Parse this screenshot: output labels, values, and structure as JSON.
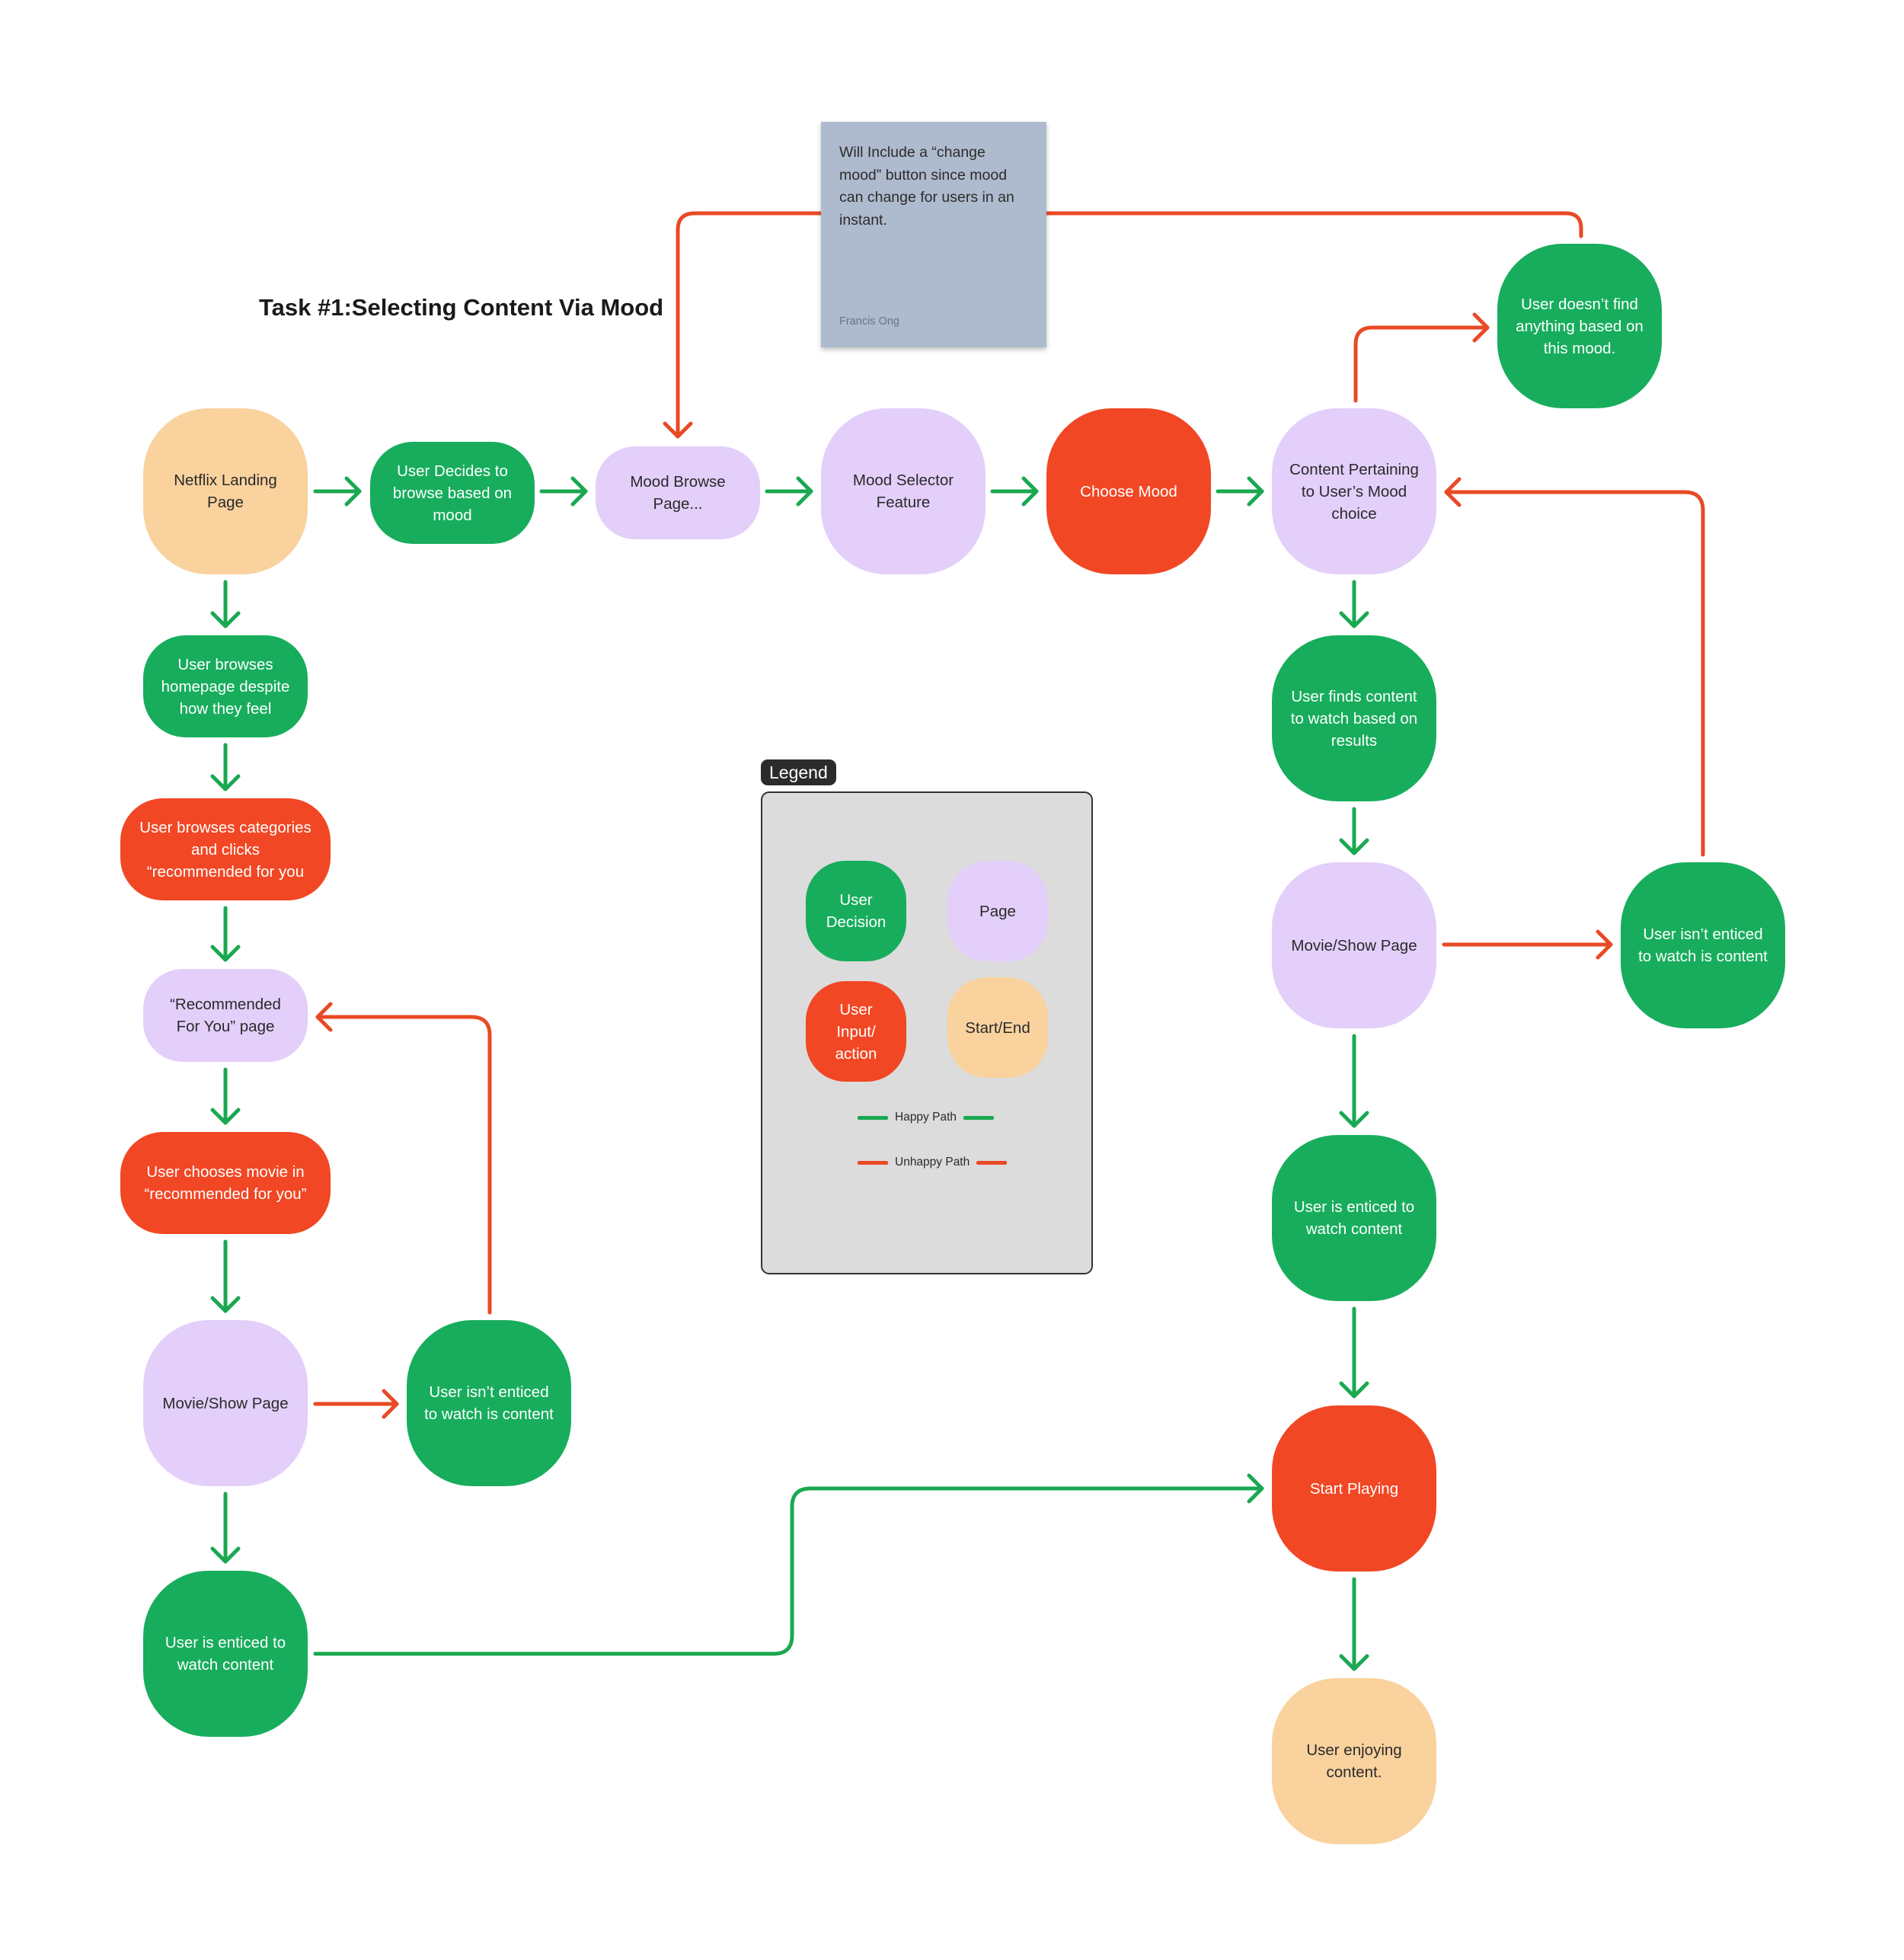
{
  "title": "Task #1:Selecting Content Via Mood",
  "colors": {
    "page": "#e3cffa",
    "start_end": "#f9d29e",
    "user_decision": "#17ad5c",
    "user_action": "#f14724",
    "happy_path": "#1aa851",
    "unhappy_path": "#e84a26",
    "sticky_note": "#aebacd"
  },
  "sticky_note": {
    "text": "Will Include a “change mood” button since mood can change for users in an instant.",
    "author": "Francis Ong"
  },
  "nodes": {
    "netflix_landing": "Netflix Landing\nPage",
    "user_decides_browse_mood": "User Decides to\nbrowse based on\nmood",
    "mood_browse_page": "Mood Browse\nPage...",
    "mood_selector": "Mood Selector\nFeature",
    "choose_mood": "Choose Mood",
    "content_pertaining": "Content Pertaining\nto User’s Mood\nchoice",
    "user_doesnt_find": "User doesn’t find\nanything based on\nthis  mood.",
    "user_browses_homepage": "User browses\nhomepage despite\nhow they feel",
    "user_browses_categories": "User browses categories\nand clicks\n“recommended for you",
    "recommended_page": "“Recommended\nFor You” page",
    "user_chooses_movie": "User chooses movie in\n“recommended for you”",
    "movie_show_page_left": "Movie/Show Page",
    "not_enticed_left": "User isn’t enticed\nto watch is content",
    "enticed_left": "User is enticed to\nwatch content",
    "user_finds_content": "User finds content\nto watch based on\nresults",
    "movie_show_page_right": "Movie/Show Page",
    "not_enticed_right": "User isn’t enticed\nto watch is content",
    "enticed_right": "User is enticed to\nwatch content",
    "start_playing": "Start Playing",
    "user_enjoying": "User enjoying\ncontent."
  },
  "legend": {
    "tab": "Legend",
    "user_decision": "User\nDecision",
    "page": "Page",
    "user_action": "User\nInput/\naction",
    "start_end": "Start/End",
    "happy_path": "Happy Path",
    "unhappy_path": "Unhappy Path"
  }
}
